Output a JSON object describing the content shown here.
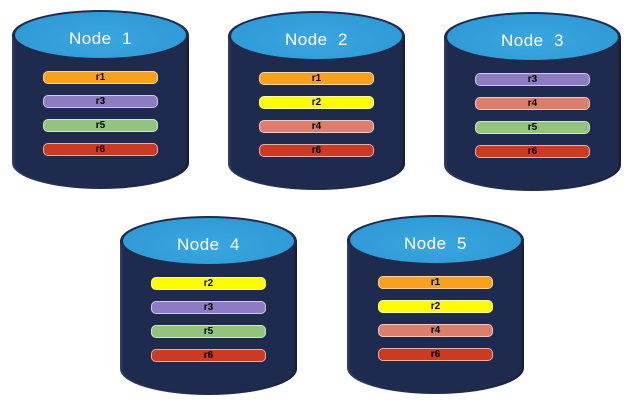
{
  "diagram": {
    "description": "Database cluster replica distribution across five nodes",
    "colors": {
      "cylinder_body": "#1F2B4E",
      "cylinder_top_face": "#2E9BD6",
      "cylinder_top_face_light": "#3BA6E0",
      "cylinder_top_face_dark": "#2891C8",
      "node_label_text": "#FFFFFF",
      "bar_label_text": "#000000"
    },
    "replica_colors": {
      "r1": "#F9A11B",
      "r2": "#FDFD00",
      "r3": "#8E7CC3",
      "r4": "#DD7E6B",
      "r5": "#93C47D",
      "r6": "#CB3A21"
    },
    "nodes": [
      {
        "label": "Node  1",
        "replicas": [
          "r1",
          "r3",
          "r5",
          "r6"
        ]
      },
      {
        "label": "Node  2",
        "replicas": [
          "r1",
          "r2",
          "r4",
          "r6"
        ]
      },
      {
        "label": "Node  3",
        "replicas": [
          "r3",
          "r4",
          "r5",
          "r6"
        ]
      },
      {
        "label": "Node  4",
        "replicas": [
          "r2",
          "r3",
          "r5",
          "r6"
        ]
      },
      {
        "label": "Node  5",
        "replicas": [
          "r1",
          "r2",
          "r4",
          "r6"
        ]
      }
    ]
  }
}
